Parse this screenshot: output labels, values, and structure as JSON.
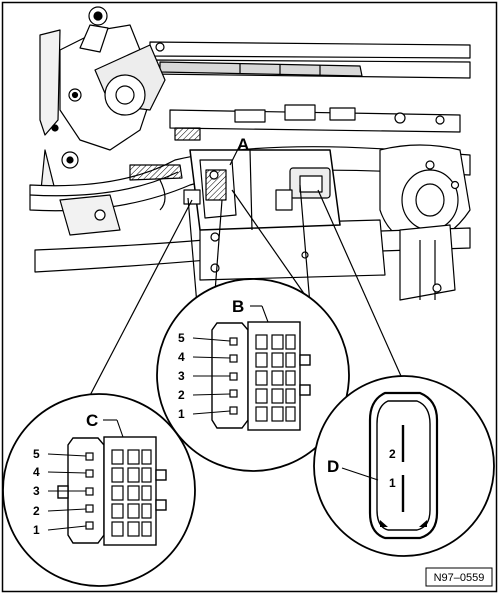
{
  "labels": {
    "a": "A",
    "b": "B",
    "c": "C",
    "d": "D"
  },
  "connector_b_pins": [
    "5",
    "4",
    "3",
    "2",
    "1"
  ],
  "connector_c_pins": [
    "5",
    "4",
    "3",
    "2",
    "1"
  ],
  "connector_d_pins": [
    "2",
    "1"
  ],
  "figure_number": "N97–0559"
}
